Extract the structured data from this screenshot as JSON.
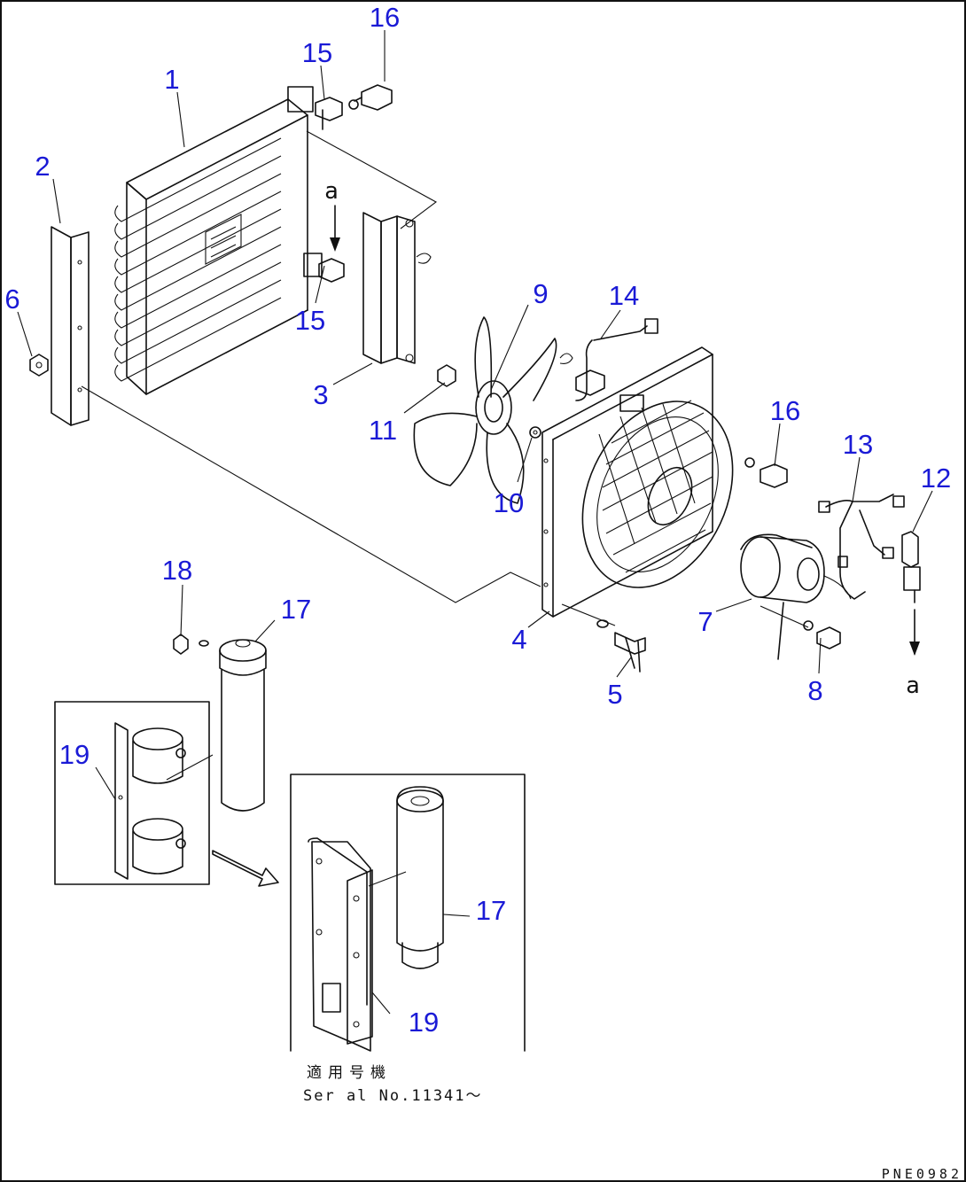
{
  "callouts": [
    {
      "id": "1",
      "text": "1"
    },
    {
      "id": "2",
      "text": "2"
    },
    {
      "id": "3",
      "text": "3"
    },
    {
      "id": "4",
      "text": "4"
    },
    {
      "id": "5",
      "text": "5"
    },
    {
      "id": "6",
      "text": "6"
    },
    {
      "id": "7",
      "text": "7"
    },
    {
      "id": "8",
      "text": "8"
    },
    {
      "id": "9",
      "text": "9"
    },
    {
      "id": "10",
      "text": "10"
    },
    {
      "id": "11",
      "text": "11"
    },
    {
      "id": "12",
      "text": "12"
    },
    {
      "id": "13",
      "text": "13"
    },
    {
      "id": "14",
      "text": "14"
    },
    {
      "id": "15a",
      "text": "15"
    },
    {
      "id": "15b",
      "text": "15"
    },
    {
      "id": "16a",
      "text": "16"
    },
    {
      "id": "16b",
      "text": "16"
    },
    {
      "id": "17a",
      "text": "17"
    },
    {
      "id": "17b",
      "text": "17"
    },
    {
      "id": "18",
      "text": "18"
    },
    {
      "id": "19a",
      "text": "19"
    },
    {
      "id": "19b",
      "text": "19"
    }
  ],
  "connection_marks": {
    "top": "a",
    "bottom": "a"
  },
  "serial_note": {
    "japanese": "適用号機",
    "serial": "Ser al No.11341〜"
  },
  "drawing_code": "PNE0982",
  "colors": {
    "callout": "#1a1ad6",
    "ink": "#111111"
  }
}
